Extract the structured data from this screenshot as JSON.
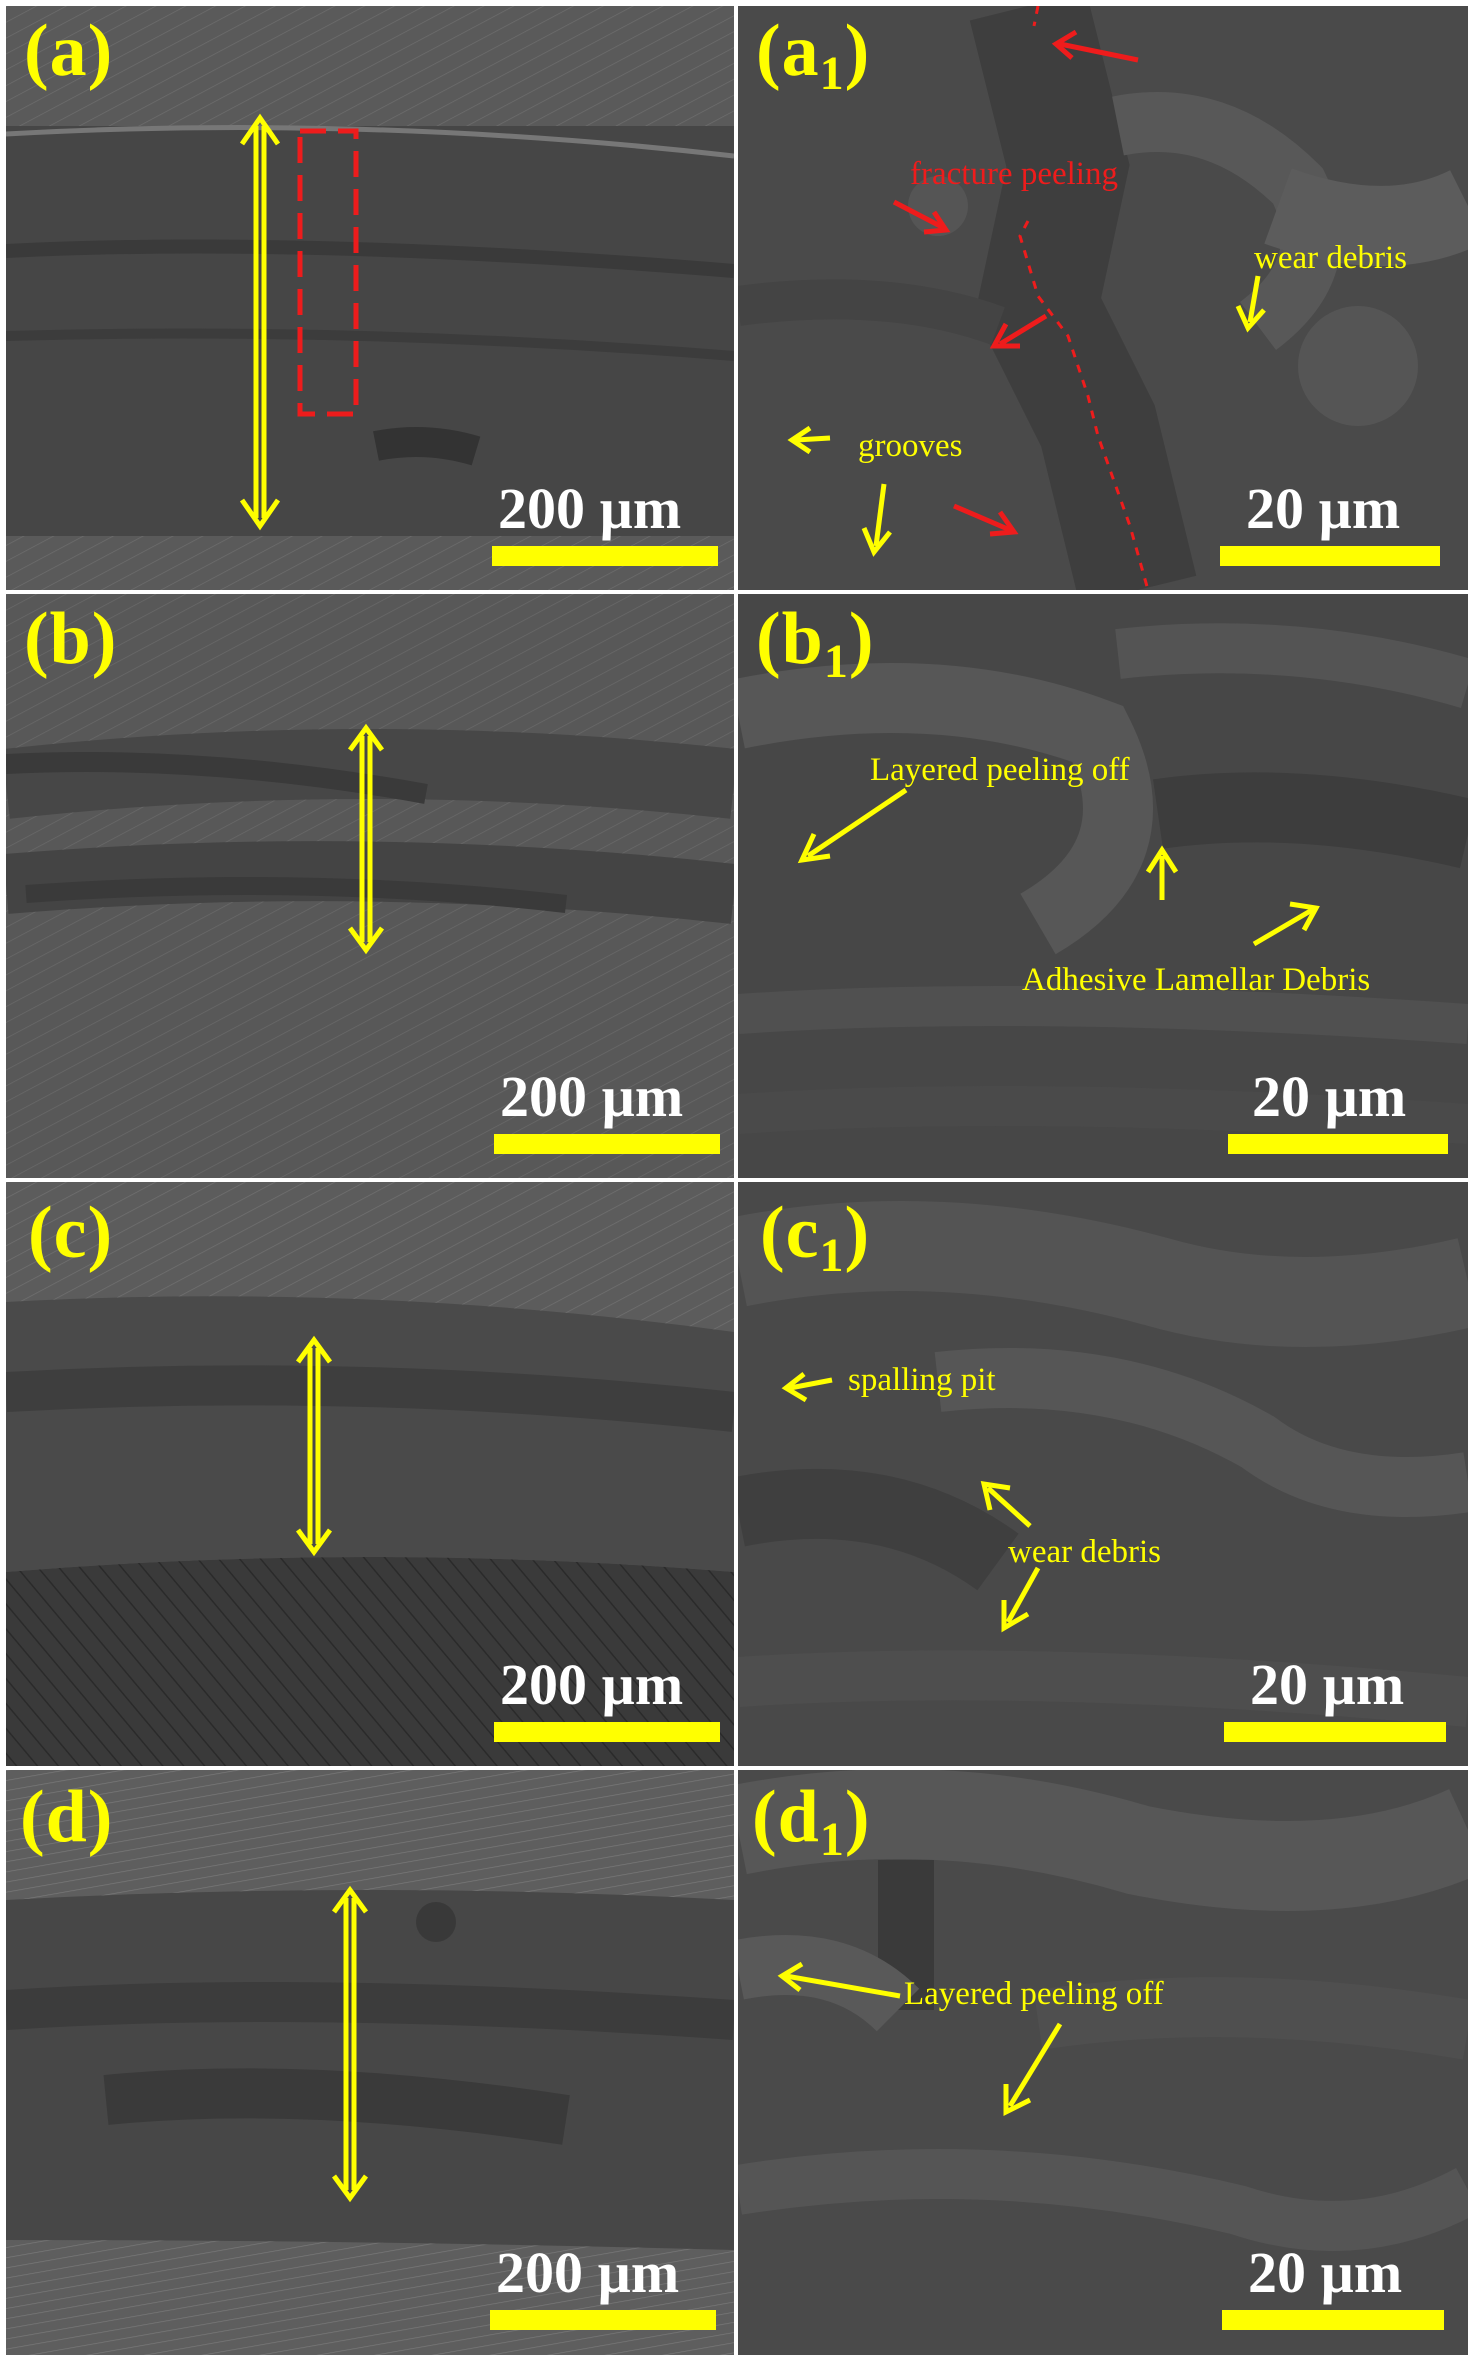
{
  "colors": {
    "label": "#ffff00",
    "arrow_yellow": "#ffff00",
    "arrow_red": "#ee1c1c",
    "scale_text": "#ffffff"
  },
  "panels": {
    "a": {
      "label": "(a)",
      "scale": "200 µm"
    },
    "a1": {
      "label": "(a",
      "sub": "1",
      "close": ")",
      "scale": "20 µm",
      "notes": {
        "fracture": "fracture peeling",
        "debris": "wear debris",
        "grooves": "grooves"
      }
    },
    "b": {
      "label": "(b)",
      "scale": "200 µm"
    },
    "b1": {
      "label": "(b",
      "sub": "1",
      "close": ")",
      "scale": "20 µm",
      "notes": {
        "layered": "Layered peeling off",
        "adhesive": "Adhesive Lamellar Debris"
      }
    },
    "c": {
      "label": "(c)",
      "scale": "200 µm"
    },
    "c1": {
      "label": "(c",
      "sub": "1",
      "close": ")",
      "scale": "20 µm",
      "notes": {
        "pit": "spalling pit",
        "debris": "wear debris"
      }
    },
    "d": {
      "label": "(d)",
      "scale": "200 µm"
    },
    "d1": {
      "label": "(d",
      "sub": "1",
      "close": ")",
      "scale": "20 µm",
      "notes": {
        "layered": "Layered peeling off"
      }
    }
  }
}
